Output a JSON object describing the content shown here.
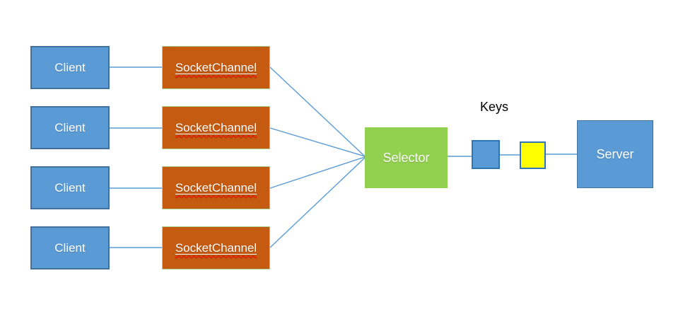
{
  "diagram": {
    "clients": [
      {
        "label": "Client"
      },
      {
        "label": "Client"
      },
      {
        "label": "Client"
      },
      {
        "label": "Client"
      }
    ],
    "socket_channels": [
      {
        "label": "SocketChannel"
      },
      {
        "label": "SocketChannel"
      },
      {
        "label": "SocketChannel"
      },
      {
        "label": "SocketChannel"
      }
    ],
    "selector": {
      "label": "Selector"
    },
    "keys": {
      "label": "Keys"
    },
    "server": {
      "label": "Server"
    },
    "colors": {
      "client_fill": "#5B9BD5",
      "client_border": "#41719C",
      "channel_fill": "#C55A11",
      "channel_border": "#A9D18E",
      "selector_fill": "#92D050",
      "key_blue_fill": "#5B9BD5",
      "key_blue_border": "#2E75B6",
      "key_yellow_fill": "#FFFF00",
      "key_yellow_border": "#2E75B6",
      "server_fill": "#5B9BD5",
      "server_border": "#41719C",
      "connector": "#5B9BD5",
      "box_text": "#FFFFFF",
      "keys_text": "#000000",
      "squiggle": "#FF0000"
    }
  }
}
